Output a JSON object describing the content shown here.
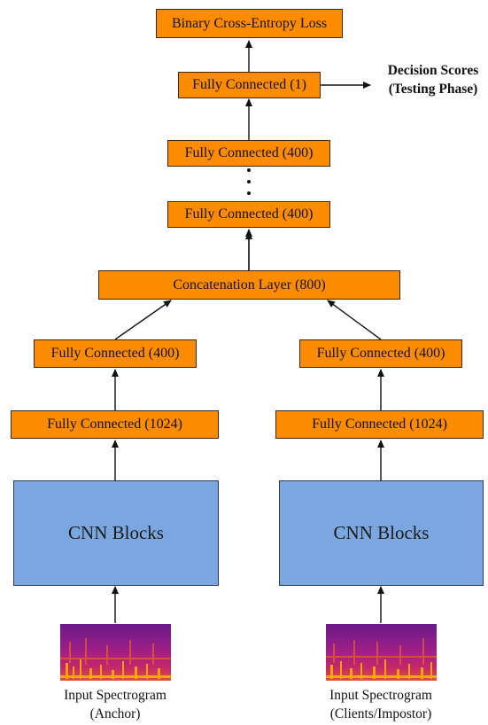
{
  "loss": "Binary Cross-Entropy Loss",
  "fc1": "Fully Connected (1)",
  "decision_scores": {
    "line1": "Decision Scores",
    "line2": "(Testing Phase)"
  },
  "fc400_top": "Fully Connected (400)",
  "ellipsis": "⋮",
  "fc400_mid": "Fully Connected (400)",
  "concat": "Concatenation Layer (800)",
  "left": {
    "fc400": "Fully Connected (400)",
    "fc1024": "Fully Connected (1024)",
    "cnn": "CNN Blocks",
    "caption_line1": "Input Spectrogram",
    "caption_line2": "(Anchor)"
  },
  "right": {
    "fc400": "Fully Connected (400)",
    "fc1024": "Fully Connected (1024)",
    "cnn": "CNN Blocks",
    "caption_line1": "Input Spectrogram",
    "caption_line2": "(Clients/Impostor)"
  },
  "colors": {
    "fc_fill": "#ff8c00",
    "cnn_fill": "#7ba7e1",
    "spectrogram_base": "#b0207a",
    "spectrogram_highlight": "#ffb000"
  }
}
